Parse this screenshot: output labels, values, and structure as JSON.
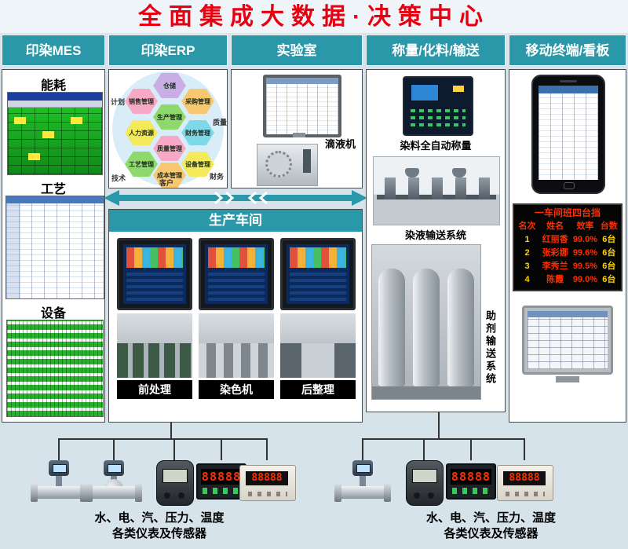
{
  "title": "全面集成大数据·决策中心",
  "headers": {
    "mes": "印染MES",
    "erp": "印染ERP",
    "lab": "实验室",
    "weigh": "称量/化料/输送",
    "mobile": "移动终端/看板"
  },
  "mes": {
    "energy_label": "能耗",
    "process_label": "工艺",
    "equipment_label": "设备"
  },
  "erp": {
    "hexagons": [
      "仓储",
      "销售管理",
      "采购管理",
      "生产管理",
      "人力资源",
      "财务管理",
      "质量管理",
      "工艺管理",
      "设备管理",
      "成本管理"
    ],
    "outside_labels": [
      "计划",
      "质量",
      "技术",
      "客户",
      "财务"
    ]
  },
  "lab": {
    "device_label": "滴液机"
  },
  "weigh": {
    "auto_weighing": "染料全自动称量",
    "dye_conveying": "染液输送系统",
    "aux_conveying": "助剂输送系统"
  },
  "workshop": {
    "header": "生产车间",
    "machines": [
      "前处理",
      "染色机",
      "后整理"
    ]
  },
  "led": {
    "title": "一车间班四台挡",
    "headers": [
      "名次",
      "姓名",
      "效率",
      "台数"
    ],
    "rows": [
      [
        "1",
        "红丽香",
        "99.0%",
        "6台"
      ],
      [
        "2",
        "张彩娜",
        "99.6%",
        "6台"
      ],
      [
        "3",
        "李秀兰",
        "99.5%",
        "6台"
      ],
      [
        "4",
        "陈霞",
        "99.0%",
        "6台"
      ]
    ]
  },
  "meters": {
    "display": "88888"
  },
  "sensor_caption": {
    "line1": "水、电、汽、压力、温度",
    "line2": "各类仪表及传感器"
  },
  "colors": {
    "teal": "#2a98a8",
    "title_red": "#e60012",
    "led_red": "#ff2d00",
    "led_yellow": "#ffd400"
  }
}
